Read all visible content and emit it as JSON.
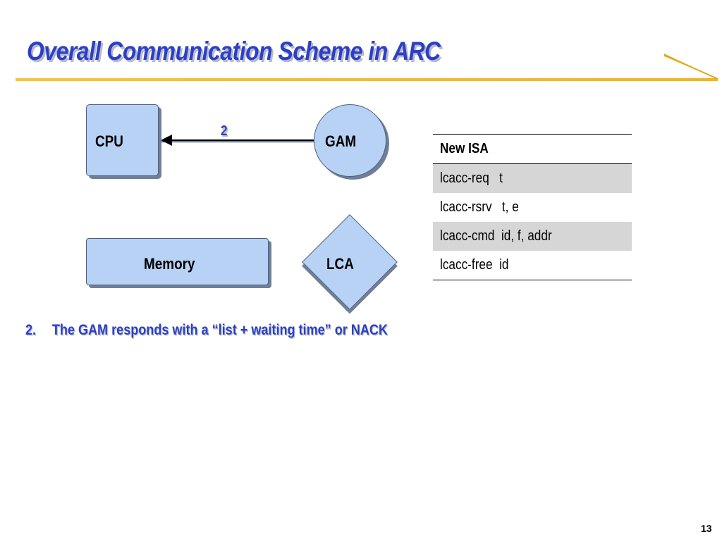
{
  "slide": {
    "title": "Overall Communication Scheme in ARC",
    "page_number": "13"
  },
  "diagram": {
    "nodes": {
      "cpu": "CPU",
      "gam": "GAM",
      "memory": "Memory",
      "lca": "LCA"
    },
    "edge_label": "2"
  },
  "isa_table": {
    "header": "New ISA",
    "rows": [
      "lcacc-req   t",
      "lcacc-rsrv   t, e",
      "lcacc-cmd  id, f, addr",
      "lcacc-free  id"
    ]
  },
  "bullets": [
    {
      "number": "2.",
      "text": "The GAM responds with a “list + waiting time” or NACK"
    }
  ],
  "colors": {
    "title": "#2a40c8",
    "rule": "#f0b61e",
    "node_fill": "#b7d2f4",
    "table_shade": "#d6d6d6"
  }
}
